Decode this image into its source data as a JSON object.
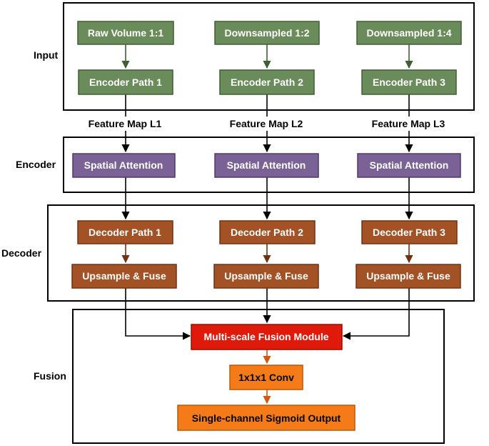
{
  "sections": {
    "input": "Input",
    "encoder": "Encoder",
    "decoder": "Decoder",
    "fusion": "Fusion"
  },
  "colors": {
    "green_fill": "#6a8c5a",
    "green_stroke": "#3f5f33",
    "purple_fill": "#7a6296",
    "purple_stroke": "#4e3a66",
    "brown_fill": "#a35225",
    "brown_stroke": "#6e3211",
    "red_fill": "#e01a0a",
    "red_stroke": "#9a0c00",
    "orange_fill": "#f47b18",
    "orange_stroke": "#b85a0a"
  },
  "nodes": {
    "raw_volume": "Raw Volume 1:1",
    "downsampled_2": "Downsampled 1:2",
    "downsampled_4": "Downsampled 1:4",
    "encoder_path_1": "Encoder Path 1",
    "encoder_path_2": "Encoder Path 2",
    "encoder_path_3": "Encoder Path 3",
    "spatial_attention_1": "Spatial Attention",
    "spatial_attention_2": "Spatial Attention",
    "spatial_attention_3": "Spatial Attention",
    "decoder_path_1": "Decoder Path 1",
    "decoder_path_2": "Decoder Path 2",
    "decoder_path_3": "Decoder Path 3",
    "upsample_fuse_1": "Upsample & Fuse",
    "upsample_fuse_2": "Upsample & Fuse",
    "upsample_fuse_3": "Upsample & Fuse",
    "fusion_module": "Multi-scale Fusion Module",
    "conv": "1x1x1 Conv",
    "output": "Single-channel Sigmoid Output"
  },
  "edge_labels": {
    "feature_map_1": "Feature Map L1",
    "feature_map_2": "Feature Map L2",
    "feature_map_3": "Feature Map L3"
  }
}
